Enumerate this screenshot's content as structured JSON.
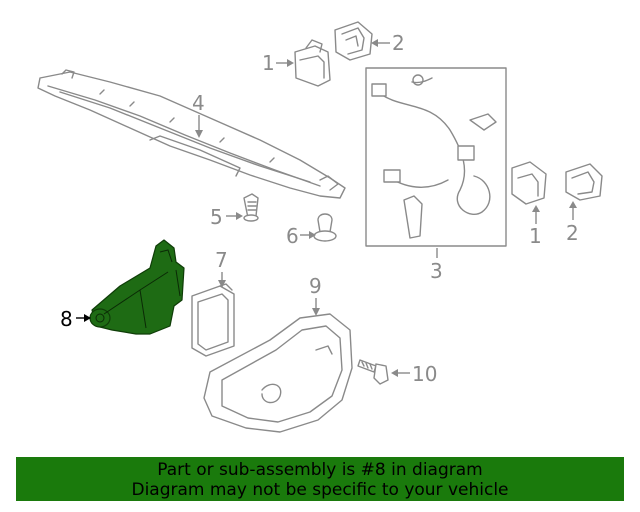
{
  "callouts": {
    "c1a": "1",
    "c2a": "2",
    "c3": "3",
    "c4": "4",
    "c5": "5",
    "c6": "6",
    "c7": "7",
    "c8": "8",
    "c9": "9",
    "c10": "10",
    "c1b": "1",
    "c2b": "2"
  },
  "highlighted_part": "8",
  "colors": {
    "highlight": "#1e6b14",
    "banner": "#1a7a0c",
    "line_art": "#8a8a8a"
  },
  "banner": {
    "line1": "Part or sub-assembly is #8 in diagram",
    "line2": "Diagram may not be specific to your vehicle"
  }
}
